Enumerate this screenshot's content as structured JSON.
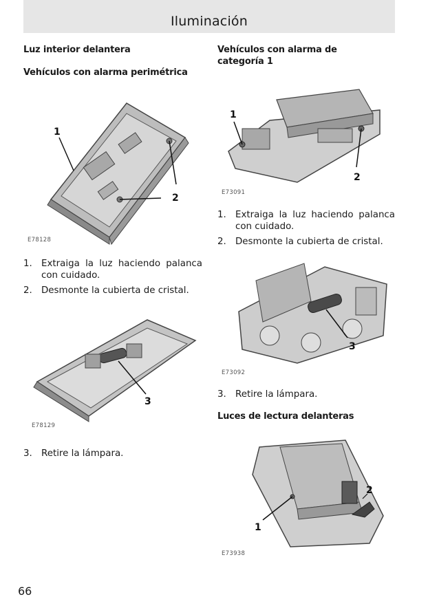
{
  "header": {
    "title": "Iluminación"
  },
  "left": {
    "heading1": "Luz interior delantera",
    "heading2": "Vehículos con alarma perimétrica",
    "fig1": {
      "code": "E78128",
      "callouts": [
        "1",
        "2"
      ]
    },
    "steps1": [
      {
        "num": "1.",
        "text": "Extraiga la luz haciendo palanca con cuidado."
      },
      {
        "num": "2.",
        "text": "Desmonte la cubierta de cristal."
      }
    ],
    "fig2": {
      "code": "E78129",
      "callouts": [
        "3"
      ]
    },
    "steps2": [
      {
        "num": "3.",
        "text": "Retire la lámpara."
      }
    ]
  },
  "right": {
    "heading1": "Vehículos con alarma de categoría 1",
    "fig1": {
      "code": "E73091",
      "callouts": [
        "1",
        "2"
      ]
    },
    "steps1": [
      {
        "num": "1.",
        "text": "Extraiga la luz haciendo palanca con cuidado."
      },
      {
        "num": "2.",
        "text": "Desmonte la cubierta de cristal."
      }
    ],
    "fig2": {
      "code": "E73092",
      "callouts": [
        "3"
      ]
    },
    "steps2": [
      {
        "num": "3.",
        "text": "Retire la lámpara."
      }
    ],
    "heading2": "Luces de lectura delanteras",
    "fig3": {
      "code": "E73938",
      "callouts": [
        "2",
        "1"
      ]
    }
  },
  "footer": {
    "page_number": "66"
  }
}
